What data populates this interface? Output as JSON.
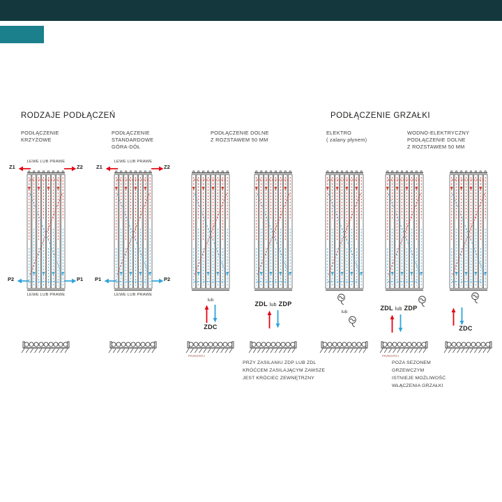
{
  "meta": {
    "header_color": "#14373e",
    "accent_color": "#1b7f8c",
    "supply_color_red": "#e30613",
    "return_color_blue": "#2fa3da"
  },
  "sections": [
    {
      "title": "RODZAJE PODŁĄCZEŃ"
    },
    {
      "title": "PODŁĄCZENIE GRZAŁKI"
    }
  ],
  "diagrams": [
    {
      "subtitle": "PODŁĄCZENIE\nKRZYŻOWE",
      "z_left": "Z1",
      "z_right": "Z2",
      "top_caption": "LEWE LUB PRAWE",
      "p_left": "P2",
      "p_right": "P1",
      "bottom_caption": "LEWE LUB PRAWE"
    },
    {
      "subtitle": "PODŁĄCZENIE\nSTANDARDOWE\nGÓRA-DÓŁ",
      "z_left": "Z1",
      "z_right": "Z2",
      "top_caption": "LEWE LUB PRAWE",
      "p_left": "P1",
      "p_right": "P2",
      "bottom_caption": "LEWE LUB PRAWE"
    },
    {
      "subtitle": "PODŁĄCZENIE DOLNE\nZ ROZSTAWEM 50 MM",
      "lub": "lub",
      "zdc": "ZDC"
    },
    {
      "zdl": "ZDL",
      "lub": "lub",
      "zdp": "ZDP"
    },
    {
      "subtitle": "ELEKTRO\n( zalany płynem)",
      "lub": "lub"
    },
    {
      "zdl": "ZDL",
      "lub": "lub",
      "zdp": "ZDP"
    },
    {
      "subtitle": "WODNO-ELEKTRYCZNY\nPODŁĄCZENIE DOLNE\nZ ROZSTAWEM 50 MM",
      "zdc": "ZDC"
    }
  ],
  "notes": [
    "PRZY ZASILANIU ZDP LUB ZDL\nKRÓĆCEM ZASILAJĄCYM ZAWSZE\nJEST KRÓCIEC ZEWNĘTRZNY",
    "POZA SEZONEM\nGRZEWCZYM\nISTNIEJE MOŻLIWOŚĆ\nWŁĄCZENIA GRZAŁKI"
  ],
  "cross_caption": "PRZEKRÓJ"
}
